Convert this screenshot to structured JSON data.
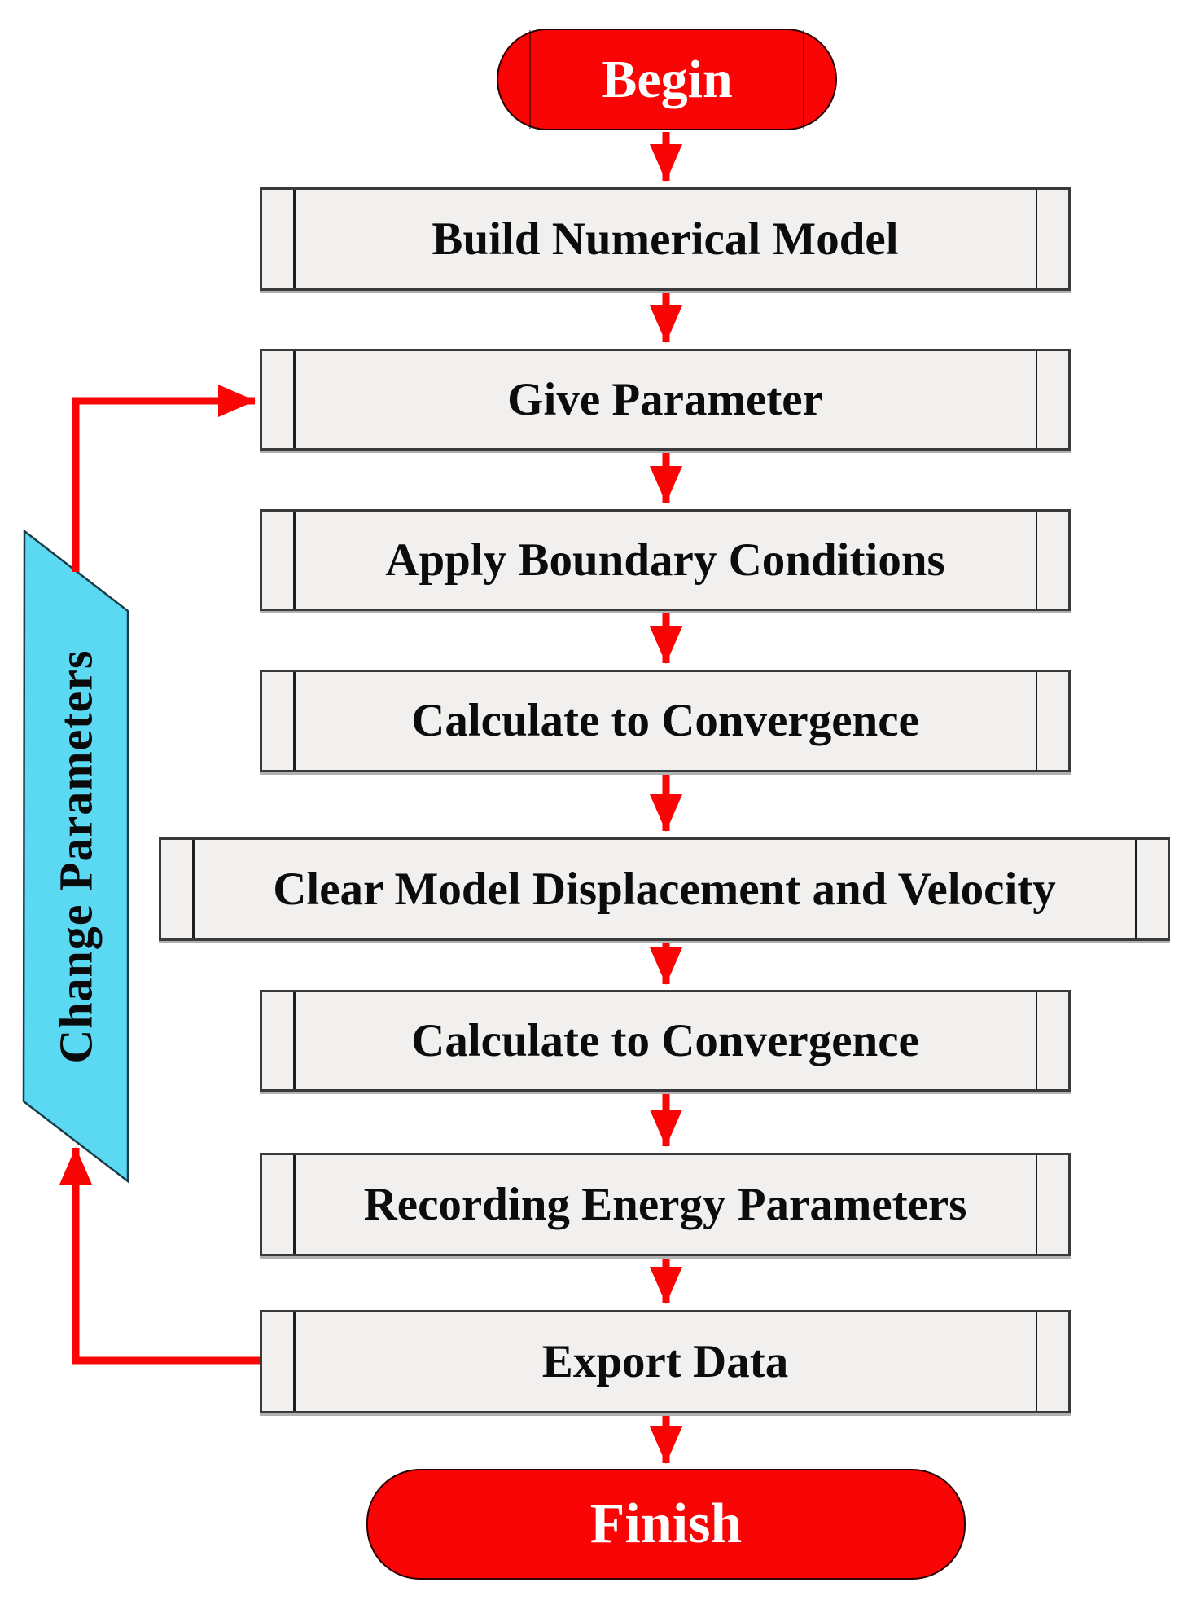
{
  "colors": {
    "arrow_red": "#f90505",
    "terminator_fill": "#f90505",
    "terminator_text": "#ffffff",
    "process_fill": "#f1f0ef",
    "process_border": "#3a3a3a",
    "process_text": "#0c0c0c",
    "data_fill": "#5cd9f2",
    "data_border": "#173d49"
  },
  "nodes": [
    {
      "id": "begin",
      "type": "terminator",
      "label": "Begin"
    },
    {
      "id": "build-numerical-model",
      "type": "process",
      "label": "Build Numerical Model"
    },
    {
      "id": "give-parameter",
      "type": "process",
      "label": "Give Parameter"
    },
    {
      "id": "apply-boundary-conditions",
      "type": "process",
      "label": "Apply Boundary Conditions"
    },
    {
      "id": "calculate-to-convergence-1",
      "type": "process",
      "label": "Calculate to Convergence"
    },
    {
      "id": "clear-model-displacement-and-velocity",
      "type": "process",
      "label": "Clear Model Displacement and Velocity"
    },
    {
      "id": "calculate-to-convergence-2",
      "type": "process",
      "label": "Calculate to Convergence"
    },
    {
      "id": "recording-energy-parameters",
      "type": "process",
      "label": "Recording Energy Parameters"
    },
    {
      "id": "export-data",
      "type": "process",
      "label": "Export Data"
    },
    {
      "id": "finish",
      "type": "terminator",
      "label": "Finish"
    },
    {
      "id": "change-parameters",
      "type": "data-parallelogram",
      "label": "Change Parameters"
    }
  ],
  "edges": [
    {
      "from": "begin",
      "to": "build-numerical-model"
    },
    {
      "from": "build-numerical-model",
      "to": "give-parameter"
    },
    {
      "from": "give-parameter",
      "to": "apply-boundary-conditions"
    },
    {
      "from": "apply-boundary-conditions",
      "to": "calculate-to-convergence-1"
    },
    {
      "from": "calculate-to-convergence-1",
      "to": "clear-model-displacement-and-velocity"
    },
    {
      "from": "clear-model-displacement-and-velocity",
      "to": "calculate-to-convergence-2"
    },
    {
      "from": "calculate-to-convergence-2",
      "to": "recording-energy-parameters"
    },
    {
      "from": "recording-energy-parameters",
      "to": "export-data"
    },
    {
      "from": "export-data",
      "to": "finish"
    },
    {
      "from": "export-data",
      "to": "change-parameters"
    },
    {
      "from": "change-parameters",
      "to": "give-parameter"
    }
  ]
}
